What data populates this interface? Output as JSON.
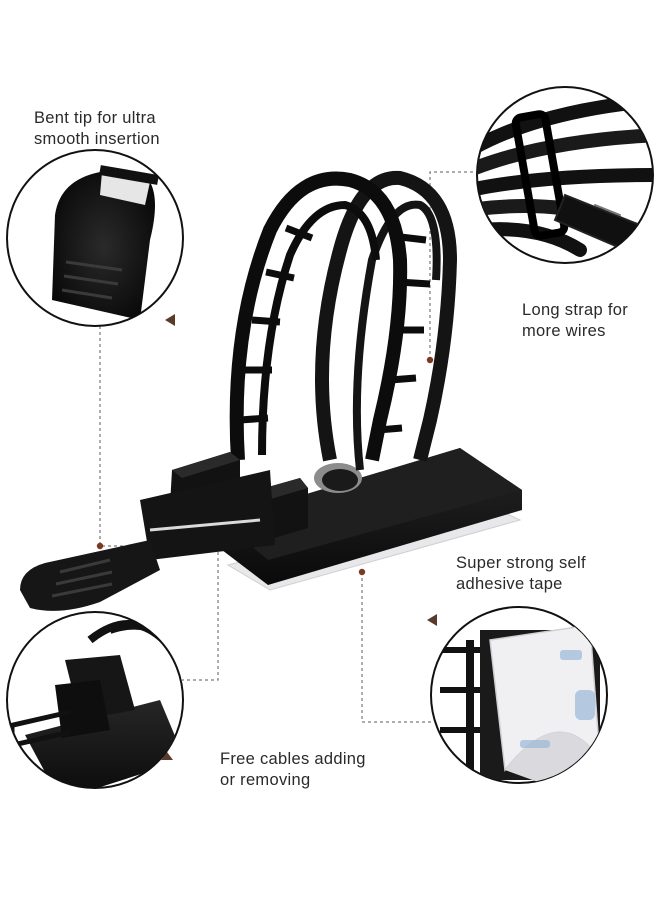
{
  "features": {
    "bent_tip": {
      "line1": "Bent tip for ultra",
      "line2": "smooth insertion"
    },
    "long_strap": {
      "line1": "Long strap for",
      "line2": "more wires"
    },
    "adhesive_tape": {
      "line1": "Super strong self",
      "line2": "adhesive tape"
    },
    "free_cables": {
      "line1": "Free cables adding",
      "line2": "or removing"
    }
  },
  "colors": {
    "product": "#141414",
    "guide_line": "#7a7a7a",
    "marker": "#7a3a22",
    "tape": "#e8e8ea"
  }
}
